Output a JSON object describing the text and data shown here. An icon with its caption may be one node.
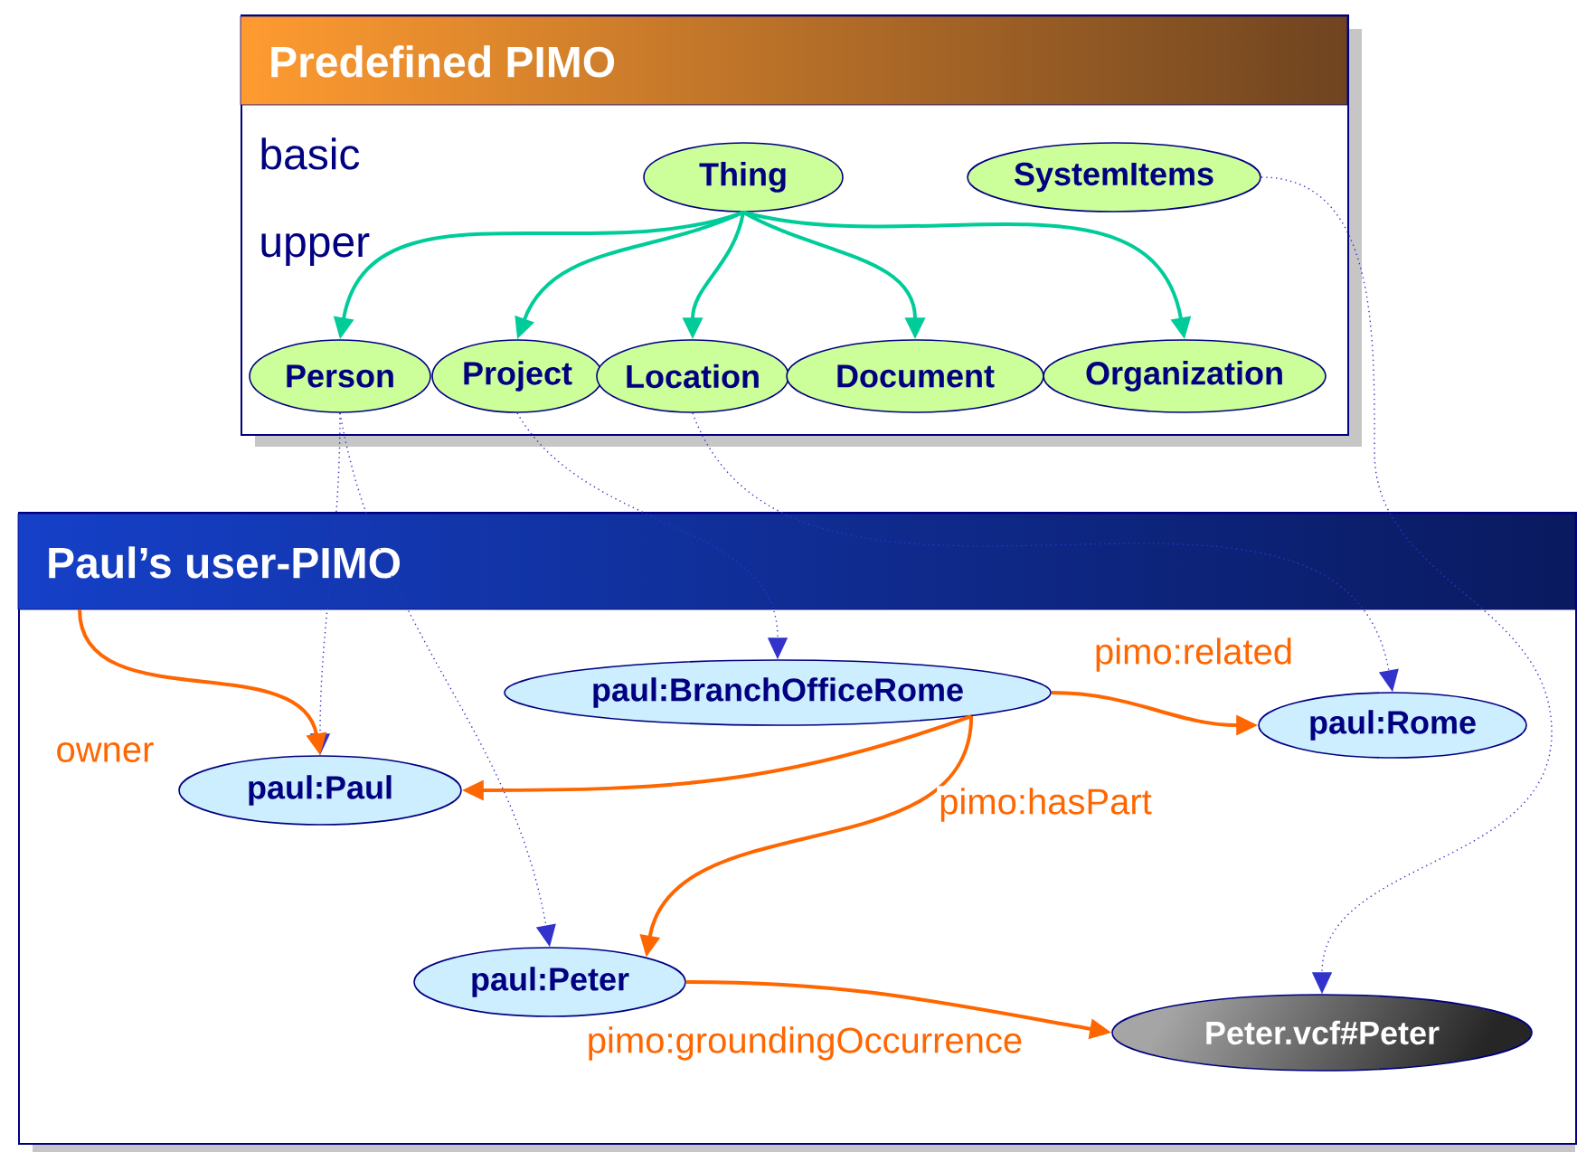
{
  "diagram": {
    "nodes": [
      {
        "text": [
          "Predefined PIMO"
        ]
      },
      {
        "text": [
          "Thing"
        ],
        "in": 0
      },
      {
        "text": [
          "SystemItems"
        ],
        "in": 0
      },
      {
        "text": [
          "Person"
        ],
        "in": 0
      },
      {
        "text": [
          "Project"
        ],
        "in": 0
      },
      {
        "text": [
          "Location"
        ],
        "in": 0
      },
      {
        "text": [
          "Document"
        ],
        "in": 0
      },
      {
        "text": [
          "Organization"
        ],
        "in": 0
      },
      {
        "text": [
          "Paul’s user-PIMO"
        ]
      },
      {
        "text": [
          "paul:BranchOfficeRome"
        ],
        "in": 8
      },
      {
        "text": [
          "paul:Rome"
        ],
        "in": 8
      },
      {
        "text": [
          "paul:Paul"
        ],
        "in": 8
      },
      {
        "text": [
          "paul:Peter"
        ],
        "in": 8
      },
      {
        "text": [
          "Peter.vcf#Peter"
        ],
        "in": 8
      }
    ],
    "edges": [
      {
        "from": 1,
        "to": 3,
        "arrow": "to",
        "color": "#00cc99"
      },
      {
        "from": 1,
        "to": 4,
        "arrow": "to",
        "color": "#00cc99"
      },
      {
        "from": 1,
        "to": 5,
        "arrow": "to",
        "color": "#00cc99"
      },
      {
        "from": 1,
        "to": 6,
        "arrow": "to",
        "color": "#00cc99"
      },
      {
        "from": 1,
        "to": 7,
        "arrow": "to",
        "color": "#00cc99"
      },
      {
        "from": 3,
        "to": 11,
        "arrow": "to",
        "style": "dashed",
        "color": "#3333cc"
      },
      {
        "from": 3,
        "to": 12,
        "arrow": "to",
        "style": "dashed",
        "color": "#3333cc"
      },
      {
        "from": 4,
        "to": 9,
        "arrow": "to",
        "style": "dashed",
        "color": "#3333cc"
      },
      {
        "from": 5,
        "to": 10,
        "arrow": "to",
        "style": "dashed",
        "color": "#3333cc"
      },
      {
        "from": 2,
        "to": 13,
        "arrow": "to",
        "style": "dashed",
        "color": "#3333cc"
      },
      {
        "from": null,
        "to": 11,
        "arrow": "to",
        "label": "owner",
        "color": "#ff6600"
      },
      {
        "from": 9,
        "to": 10,
        "arrow": "to",
        "label": "pimo:related",
        "color": "#ff6600"
      },
      {
        "from": 9,
        "to": 11,
        "arrow": "to",
        "color": "#ff6600"
      },
      {
        "from": 9,
        "to": 12,
        "arrow": "to",
        "label": "pimo:hasPart",
        "color": "#ff6600"
      },
      {
        "from": 12,
        "to": 13,
        "arrow": "to",
        "label": "pimo:groundingOccurrence",
        "color": "#ff6600"
      }
    ],
    "labels": [
      "basic",
      "upper"
    ]
  }
}
